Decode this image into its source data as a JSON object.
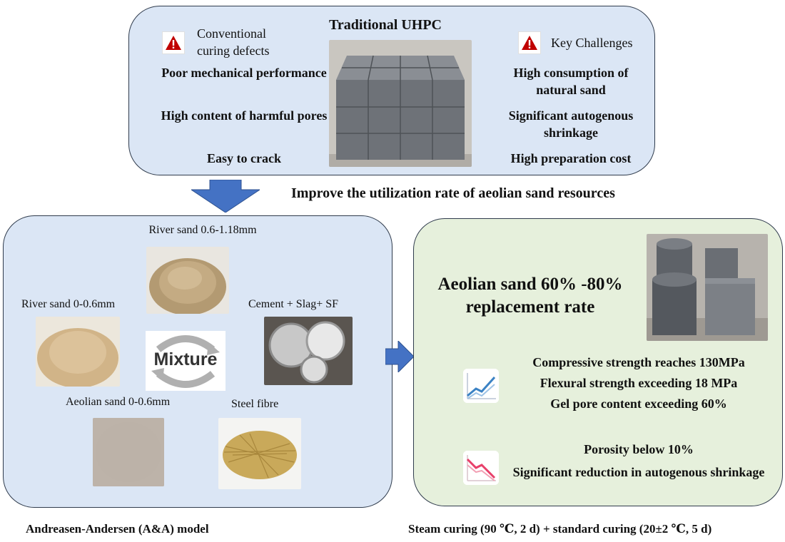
{
  "top": {
    "title": "Traditional UHPC",
    "defects_heading": "Conventional curing defects",
    "defects": [
      "Poor mechanical performance",
      "High content of harmful pores",
      "Easy to crack"
    ],
    "challenges_heading": "Key Challenges",
    "challenges": [
      "High consumption of natural sand",
      "Significant autogenous shrinkage",
      "High preparation cost"
    ]
  },
  "improve_text": "Improve the utilization rate of aeolian sand resources",
  "left": {
    "river_sand_coarse": "River sand 0.6-1.18mm",
    "river_sand_fine": "River sand 0-0.6mm",
    "binder": "Cement + Slag+ SF",
    "mixture": "Mixture",
    "aeolian_sand": "Aeolian sand 0-0.6mm",
    "steel_fibre": "Steel fibre"
  },
  "right": {
    "headline": "Aeolian sand 60% -80% replacement rate",
    "strengths": [
      "Compressive strength reaches 130MPa",
      "Flexural strength exceeding 18 MPa",
      "Gel pore content exceeding 60%"
    ],
    "reductions": [
      "Porosity below 10%",
      "Significant reduction in autogenous shrinkage"
    ]
  },
  "bottom_left": "Andreasen-Andersen (A&A) model",
  "bottom_right": "Steam curing (90 ℃, 2 d) + standard curing (20±2 ℃, 5 d)",
  "colors": {
    "panel_blue": "#dbe6f5",
    "panel_green": "#e6f0dc",
    "arrow_blue": "#4472c4",
    "warning_red": "#c00000",
    "trend_up": "#3b82c4",
    "trend_down": "#e8406a"
  },
  "icons": [
    "warning-icon",
    "down-arrow-icon",
    "right-arrow-icon",
    "cycle-arrows-icon",
    "trend-up-icon",
    "trend-down-icon"
  ]
}
